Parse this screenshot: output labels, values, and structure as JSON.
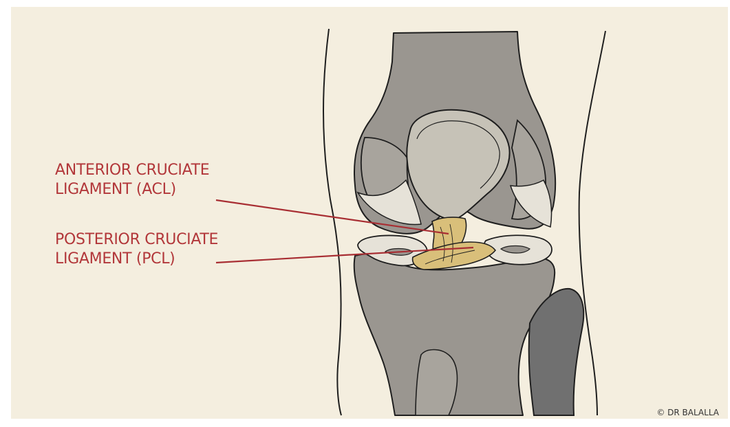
{
  "colors": {
    "background": "#f4eedf",
    "bone_dark": "#9a9690",
    "bone_mid": "#a8a49d",
    "bone_light": "#c6c2b7",
    "ligament": "#d9bf7a",
    "meniscus": "#e6e2d8",
    "fibula": "#707070",
    "outline": "#1e1e1e",
    "label_text": "#b2373a",
    "leader_line": "#a82e33"
  },
  "labels": {
    "acl": {
      "line1": "ANTERIOR CRUCIATE",
      "line2": "LIGAMENT (ACL)"
    },
    "pcl": {
      "line1": "POSTERIOR CRUCIATE",
      "line2": "LIGAMENT (PCL)"
    }
  },
  "credit": "© DR BALALLA"
}
